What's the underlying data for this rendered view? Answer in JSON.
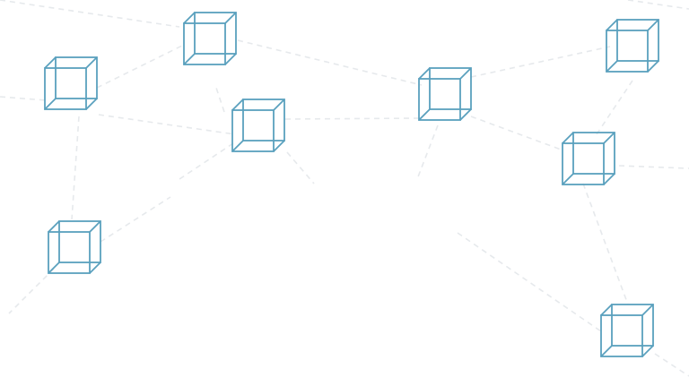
{
  "colors": {
    "background": "#ffffff",
    "cube_stroke": "#5aa0bd",
    "line_stroke": "#e6e9ec"
  },
  "icons": {
    "cube": "cube-icon"
  },
  "cubes": [
    {
      "id": "c1"
    },
    {
      "id": "c2"
    },
    {
      "id": "c3"
    },
    {
      "id": "c4"
    },
    {
      "id": "c5"
    },
    {
      "id": "c6"
    },
    {
      "id": "c7"
    },
    {
      "id": "c8"
    },
    {
      "id": "c9"
    }
  ]
}
